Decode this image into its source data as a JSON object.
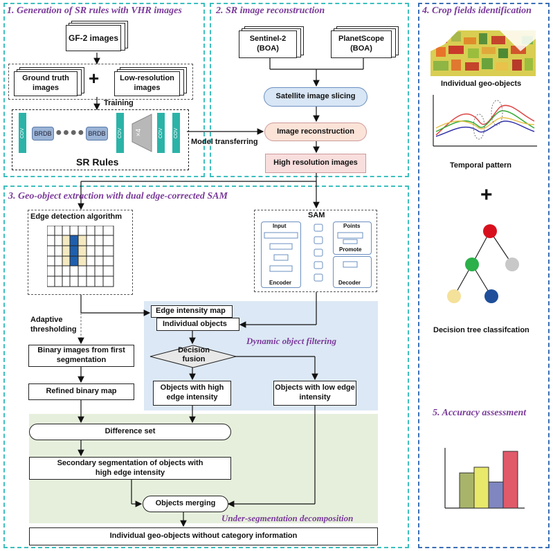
{
  "panels": {
    "p1_title": "1. Generation of SR rules with VHR images",
    "p2_title": "2. SR image reconstruction",
    "p3_title": "3. Geo-object extraction with dual edge-corrected SAM",
    "p4_title": "4. Crop fields identification",
    "p5_title": "5. Accuracy assessment"
  },
  "p1": {
    "gf2": "GF-2 images",
    "ground_truth": "Ground truth images",
    "plus": "+",
    "low_res": "Low-resolution images",
    "training": "Training",
    "cov": "COV",
    "brdb": "BRDB",
    "x4": "×4",
    "sr_rules": "SR Rules"
  },
  "p2": {
    "sentinel": "Sentinel-2 (BOA)",
    "planetscope": "PlanetScope (BOA)",
    "slicing": "Satellite image slicing",
    "reconstruction": "Image reconstruction",
    "model_transferring": "Model transferring",
    "high_res": "High resolution images"
  },
  "p3": {
    "edge_detection": "Edge detection algorithm",
    "sam": "SAM",
    "sam_input": "Input",
    "sam_encoder": "Encoder",
    "sam_points": "Points",
    "sam_promote": "Promote",
    "sam_decoder": "Decoder",
    "adaptive": "Adaptive thresholding",
    "edge_map": "Edge intensity map",
    "individual_objects": "Individual objects",
    "dynamic_filter": "Dynamic object filtering",
    "decision_fusion": "Decision fusion",
    "binary_first": "Binary images from first segmentation",
    "refined_binary": "Refined binary map",
    "objects_high": "Objects with high edge intensity",
    "objects_low": "Objects with low edge intensity",
    "difference_set": "Difference set",
    "secondary_seg": "Secondary segmentation of objects with high edge intensity",
    "objects_merging": "Objects merging",
    "under_seg": "Under-segmentation decomposition",
    "final": "Individual geo-objects without category information"
  },
  "p4": {
    "individual_geo": "Individual geo-objects",
    "temporal": "Temporal pattern",
    "plus": "+",
    "decision_tree": "Decision tree classifcation"
  },
  "p5": {
    "bars": [
      0.62,
      0.72,
      0.46,
      1.0
    ],
    "bar_colors": [
      "#a8b46a",
      "#e8e86a",
      "#7f86c0",
      "#e05a6a"
    ]
  },
  "colors": {
    "teal": "#3cbfbf",
    "blue": "#3a6fb5",
    "purple": "#7a3a9a",
    "cov": "#2bb3a8",
    "slicing_fill": "#d8e6f5",
    "reconstruction_fill": "#fbe3d8",
    "high_res_fill": "#f9dede",
    "dynamic_bg": "#dce8f5",
    "under_bg": "#e6efdc"
  }
}
